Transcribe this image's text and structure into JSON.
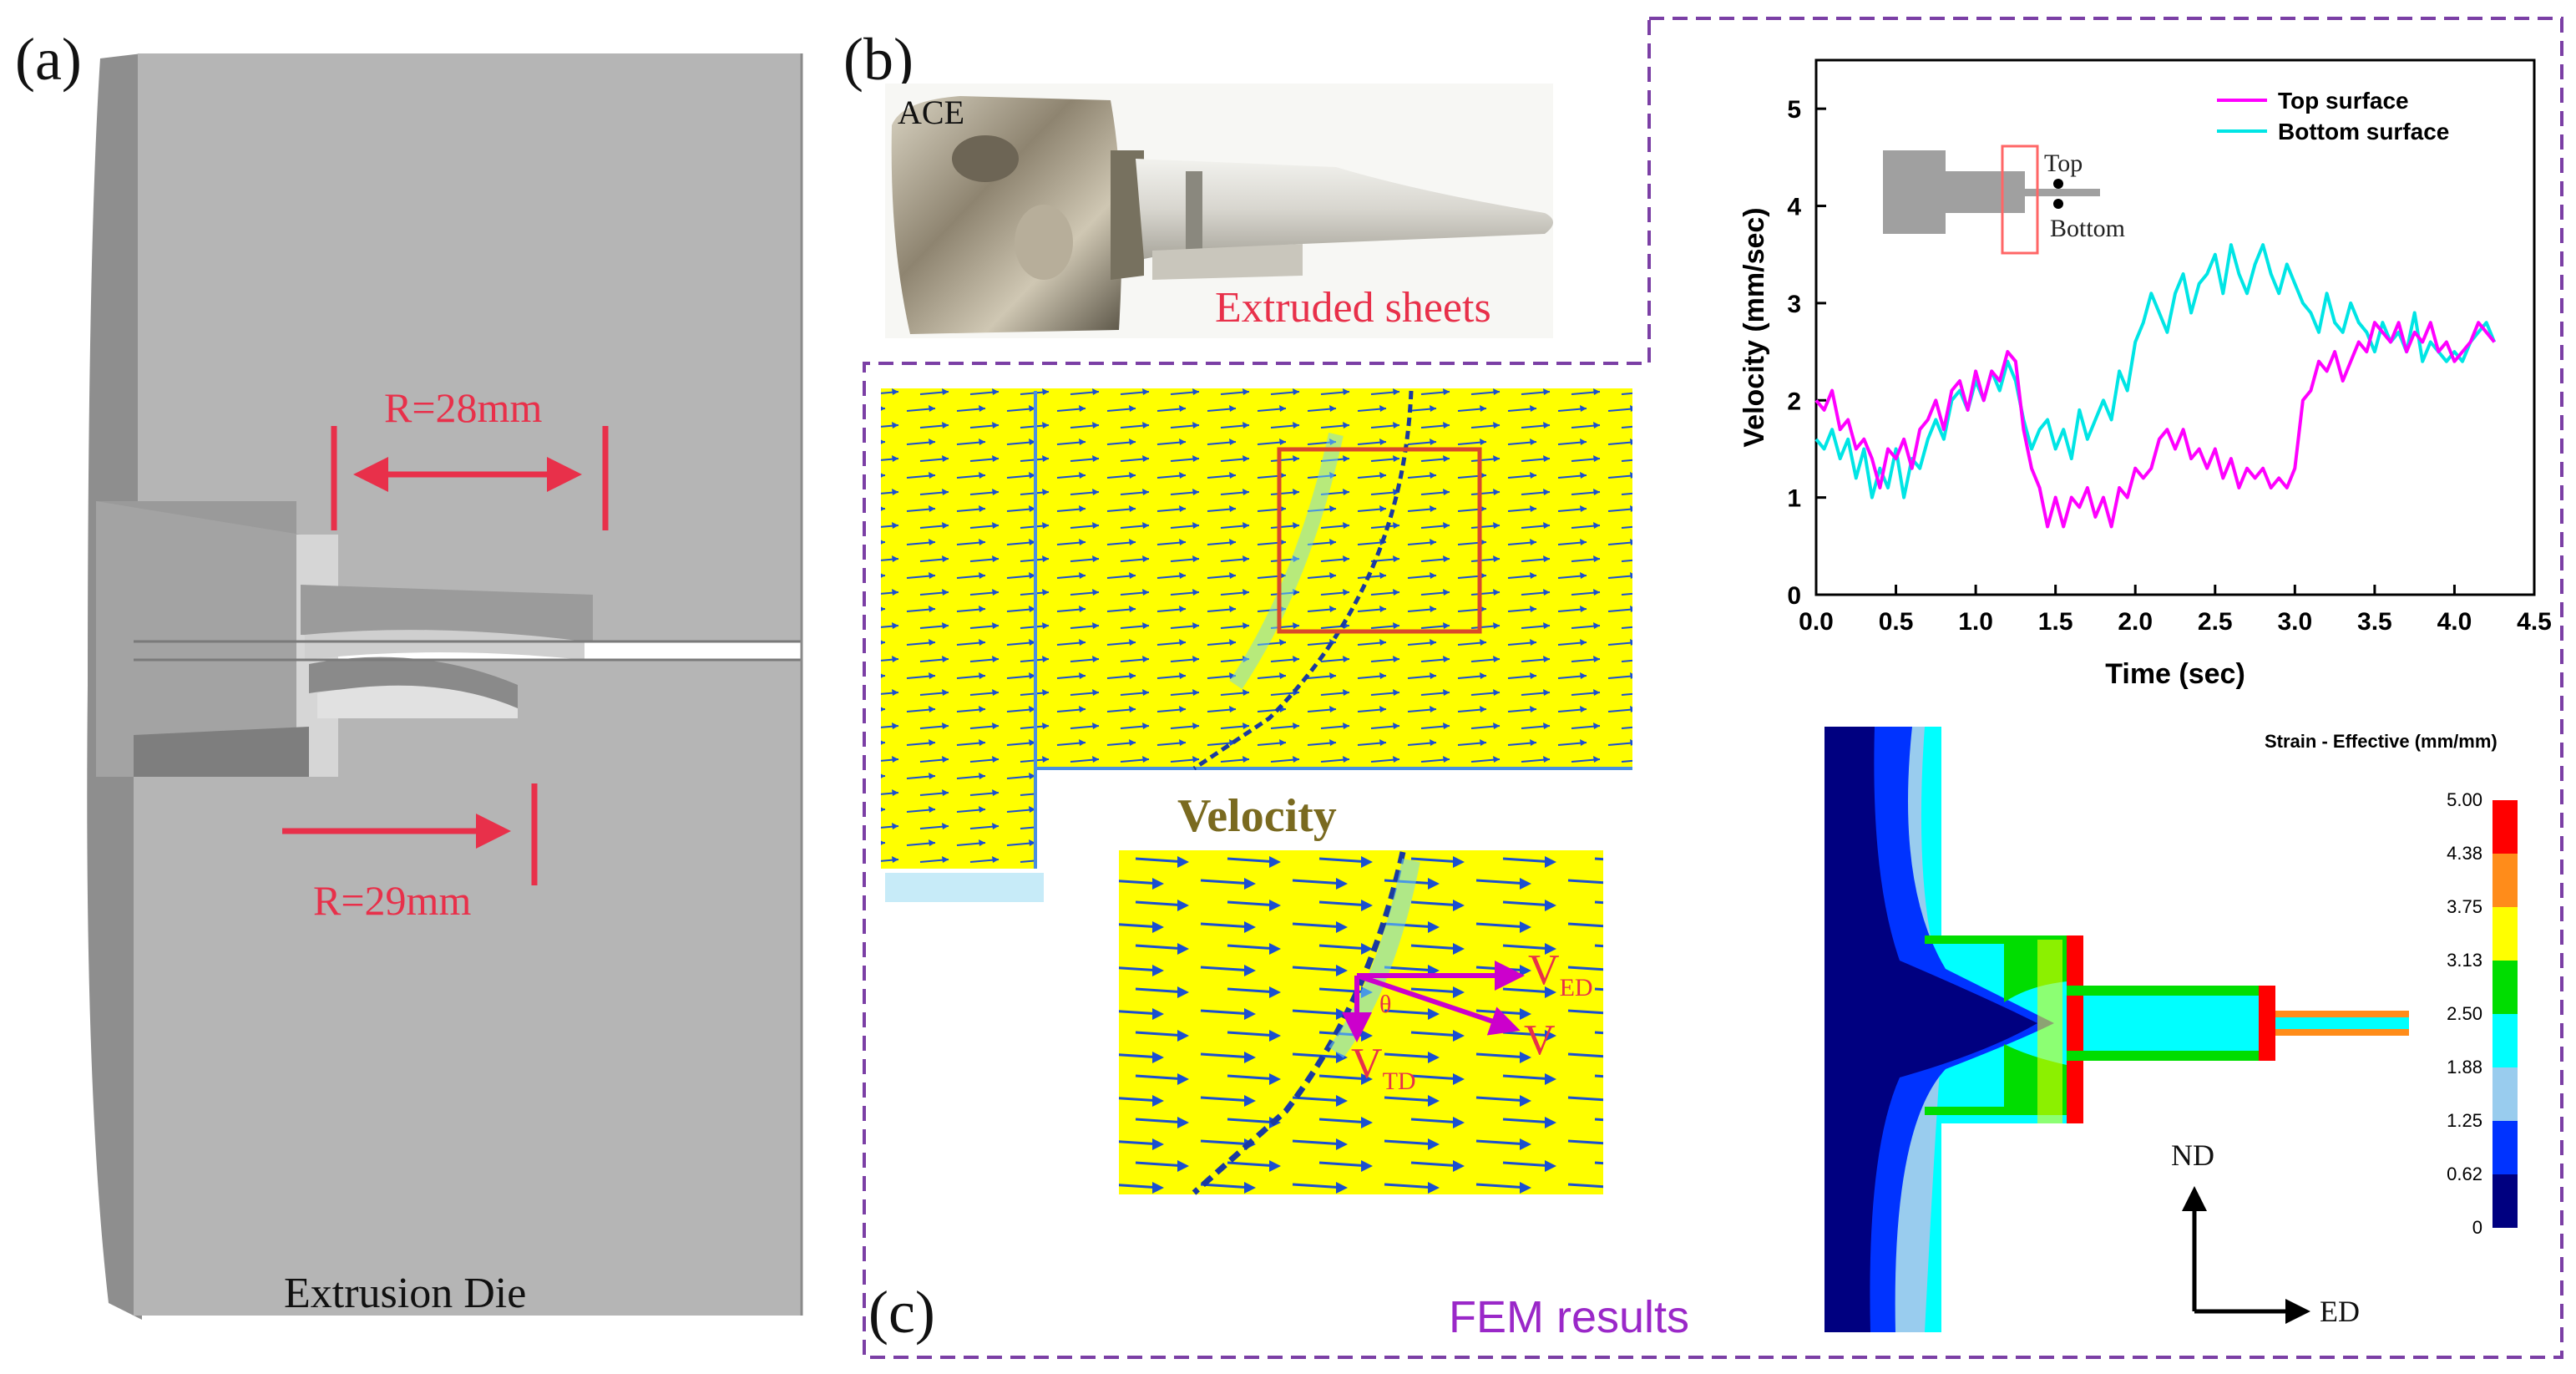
{
  "panel_a": {
    "label": "(a)",
    "caption": "Extrusion Die",
    "dim_upper": "R=28mm",
    "dim_lower": "R=29mm"
  },
  "panel_b": {
    "label": "(b)",
    "stamp": "ACE",
    "caption": "Extruded sheets"
  },
  "panel_c": {
    "label": "(c)",
    "caption": "FEM results",
    "velocity_label": "Velocity",
    "vector_ed_main": "V",
    "vector_ed_sub": "ED",
    "vector_td_main": "V",
    "vector_td_sub": "TD",
    "vector_v": "V",
    "theta": "θ",
    "axis_nd": "ND",
    "axis_ed": "ED"
  },
  "strain_legend": {
    "title": "Strain - Effective (mm/mm)",
    "levels": [
      "5.00",
      "4.38",
      "3.75",
      "3.13",
      "2.50",
      "1.88",
      "1.25",
      "0.62",
      "0"
    ],
    "colors": [
      "#ff0000",
      "#ff8c1a",
      "#ffff00",
      "#00dd00",
      "#00ffff",
      "#99ccee",
      "#0033ff",
      "#000080"
    ]
  },
  "colors": {
    "top_surface": "#ff00ff",
    "bottom_surface": "#00e5e5",
    "annotation_red": "#e8304a",
    "dashed_border": "#7b3fa5",
    "vector_field_bg": "#ffff00"
  },
  "chart_data": {
    "type": "line",
    "xlabel": "Time (sec)",
    "ylabel": "Velocity (mm/sec)",
    "xlim": [
      0,
      4.5
    ],
    "ylim": [
      0,
      5.5
    ],
    "xticks": [
      "0.0",
      "0.5",
      "1.0",
      "1.5",
      "2.0",
      "2.5",
      "3.0",
      "3.5",
      "4.0",
      "4.5"
    ],
    "yticks": [
      "0",
      "1",
      "2",
      "3",
      "4",
      "5"
    ],
    "legend_position": "top-right",
    "inset_labels": {
      "top": "Top",
      "bottom": "Bottom"
    },
    "series": [
      {
        "name": "Top surface",
        "x": [
          0,
          0.05,
          0.1,
          0.15,
          0.2,
          0.25,
          0.3,
          0.35,
          0.4,
          0.45,
          0.5,
          0.55,
          0.6,
          0.65,
          0.7,
          0.75,
          0.8,
          0.85,
          0.9,
          0.95,
          1.0,
          1.05,
          1.1,
          1.15,
          1.2,
          1.25,
          1.3,
          1.35,
          1.4,
          1.45,
          1.5,
          1.55,
          1.6,
          1.65,
          1.7,
          1.75,
          1.8,
          1.85,
          1.9,
          1.95,
          2.0,
          2.05,
          2.1,
          2.15,
          2.2,
          2.25,
          2.3,
          2.35,
          2.4,
          2.45,
          2.5,
          2.55,
          2.6,
          2.65,
          2.7,
          2.75,
          2.8,
          2.85,
          2.9,
          2.95,
          3.0,
          3.05,
          3.1,
          3.15,
          3.2,
          3.25,
          3.3,
          3.35,
          3.4,
          3.45,
          3.5,
          3.55,
          3.6,
          3.65,
          3.7,
          3.75,
          3.8,
          3.85,
          3.9,
          3.95,
          4.0,
          4.05,
          4.1,
          4.15,
          4.2,
          4.25
        ],
        "y": [
          2.0,
          1.9,
          2.1,
          1.7,
          1.8,
          1.5,
          1.6,
          1.4,
          1.1,
          1.5,
          1.4,
          1.6,
          1.3,
          1.7,
          1.8,
          2.0,
          1.7,
          2.1,
          2.2,
          1.9,
          2.3,
          2.0,
          2.3,
          2.2,
          2.5,
          2.4,
          1.7,
          1.3,
          1.1,
          0.7,
          1.0,
          0.7,
          1.0,
          0.9,
          1.1,
          0.8,
          1.0,
          0.7,
          1.1,
          1.0,
          1.3,
          1.2,
          1.3,
          1.6,
          1.7,
          1.5,
          1.7,
          1.4,
          1.5,
          1.3,
          1.5,
          1.2,
          1.4,
          1.1,
          1.3,
          1.2,
          1.3,
          1.1,
          1.2,
          1.1,
          1.3,
          2.0,
          2.1,
          2.4,
          2.3,
          2.5,
          2.2,
          2.4,
          2.6,
          2.5,
          2.8,
          2.7,
          2.6,
          2.8,
          2.5,
          2.7,
          2.6,
          2.8,
          2.5,
          2.6,
          2.4,
          2.5,
          2.6,
          2.8,
          2.7,
          2.6
        ]
      },
      {
        "name": "Bottom surface",
        "x": [
          0,
          0.05,
          0.1,
          0.15,
          0.2,
          0.25,
          0.3,
          0.35,
          0.4,
          0.45,
          0.5,
          0.55,
          0.6,
          0.65,
          0.7,
          0.75,
          0.8,
          0.85,
          0.9,
          0.95,
          1.0,
          1.05,
          1.1,
          1.15,
          1.2,
          1.25,
          1.3,
          1.35,
          1.4,
          1.45,
          1.5,
          1.55,
          1.6,
          1.65,
          1.7,
          1.75,
          1.8,
          1.85,
          1.9,
          1.95,
          2.0,
          2.05,
          2.1,
          2.15,
          2.2,
          2.25,
          2.3,
          2.35,
          2.4,
          2.45,
          2.5,
          2.55,
          2.6,
          2.65,
          2.7,
          2.75,
          2.8,
          2.85,
          2.9,
          2.95,
          3.0,
          3.05,
          3.1,
          3.15,
          3.2,
          3.25,
          3.3,
          3.35,
          3.4,
          3.45,
          3.5,
          3.55,
          3.6,
          3.65,
          3.7,
          3.75,
          3.8,
          3.85,
          3.9,
          3.95,
          4.0,
          4.05,
          4.1,
          4.15,
          4.2,
          4.25
        ],
        "y": [
          1.6,
          1.5,
          1.7,
          1.4,
          1.6,
          1.2,
          1.5,
          1.0,
          1.3,
          1.1,
          1.5,
          1.0,
          1.4,
          1.3,
          1.6,
          1.8,
          1.6,
          2.0,
          2.1,
          1.9,
          2.2,
          2.0,
          2.3,
          2.1,
          2.4,
          2.2,
          1.8,
          1.5,
          1.7,
          1.8,
          1.5,
          1.7,
          1.4,
          1.9,
          1.6,
          1.8,
          2.0,
          1.8,
          2.3,
          2.1,
          2.6,
          2.8,
          3.1,
          2.9,
          2.7,
          3.1,
          3.3,
          2.9,
          3.2,
          3.3,
          3.5,
          3.1,
          3.6,
          3.3,
          3.1,
          3.4,
          3.6,
          3.3,
          3.1,
          3.4,
          3.2,
          3.0,
          2.9,
          2.7,
          3.1,
          2.8,
          2.7,
          3.0,
          2.8,
          2.7,
          2.5,
          2.8,
          2.6,
          2.7,
          2.5,
          2.9,
          2.4,
          2.6,
          2.5,
          2.4,
          2.5,
          2.4,
          2.6,
          2.7,
          2.8,
          2.6
        ]
      }
    ]
  }
}
